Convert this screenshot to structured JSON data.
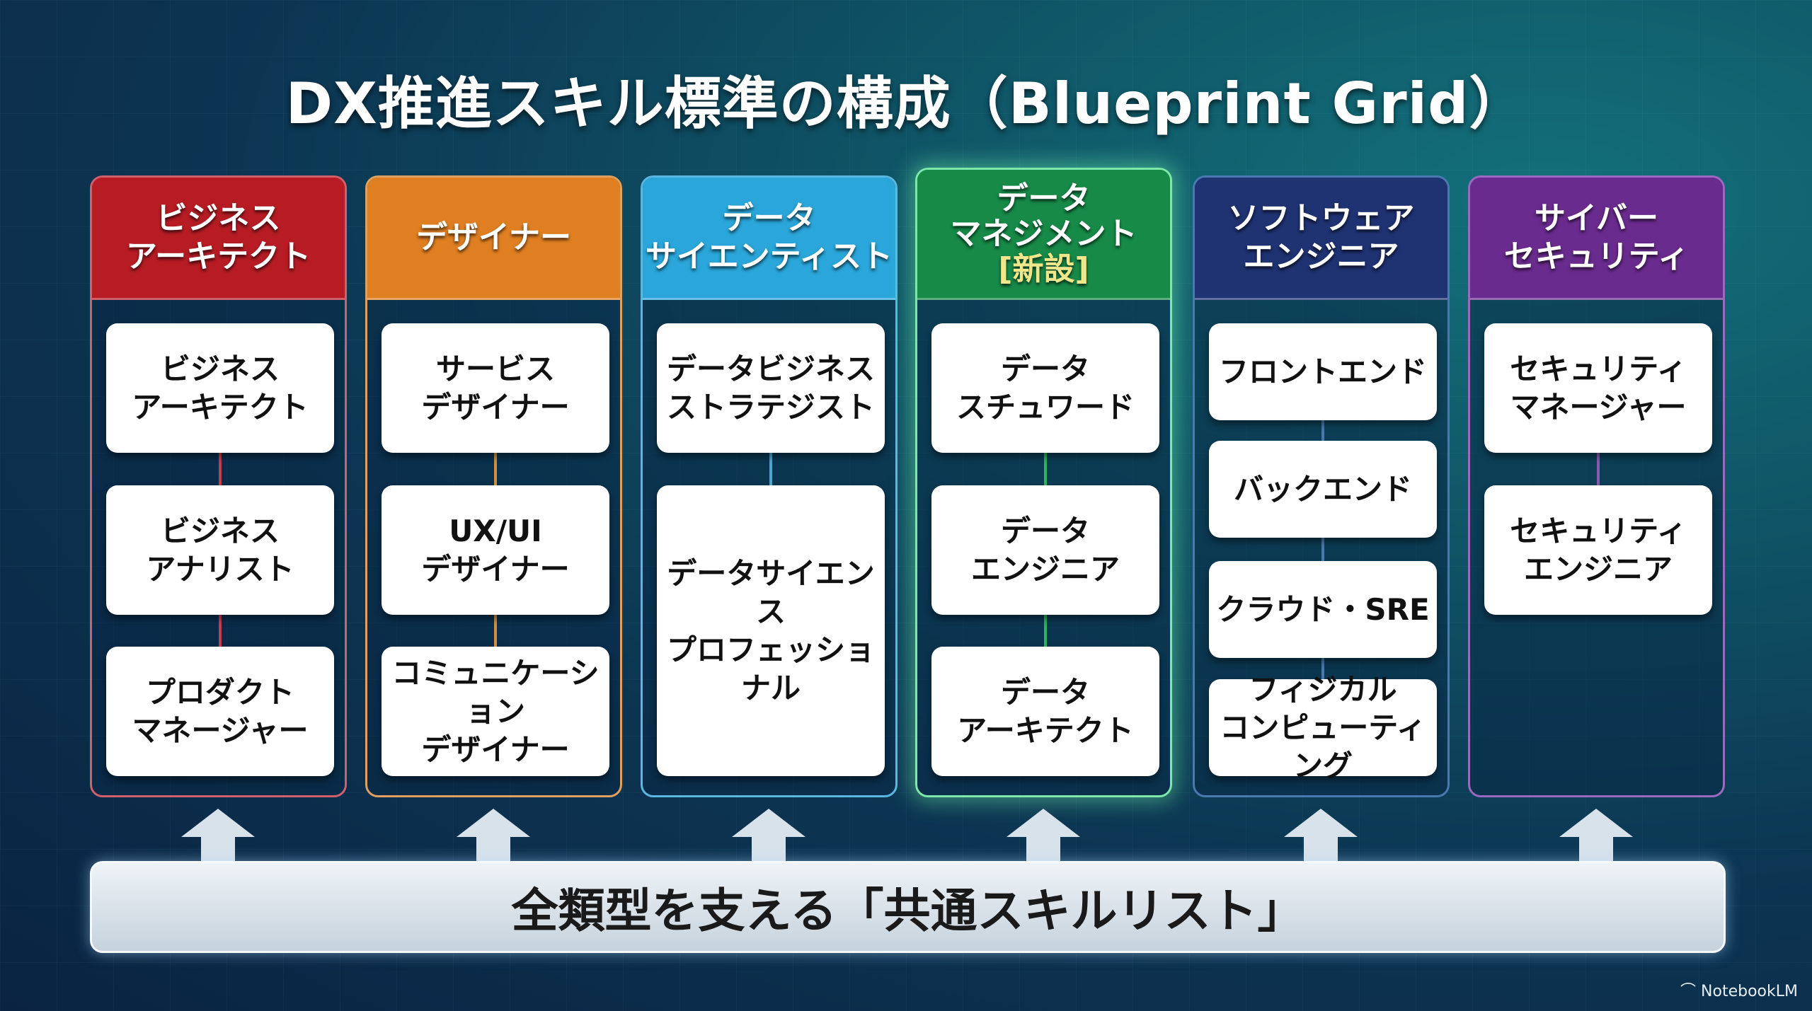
{
  "title": "DX推進スキル標準の構成（Blueprint Grid）",
  "columns": [
    {
      "header": [
        "ビジネス",
        "アーキテクト"
      ],
      "color": "#b71c24",
      "border": "#d0606a",
      "line": "#c04050",
      "cards": [
        "ビジネス\nアーキテクト",
        "ビジネス\nアナリスト",
        "プロダクト\nマネージャー"
      ]
    },
    {
      "header": [
        "デザイナー"
      ],
      "color": "#e07f22",
      "border": "#e0a060",
      "line": "#d09040",
      "cards": [
        "サービス\nデザイナー",
        "UX/UI\nデザイナー",
        "コミュニケーション\nデザイナー"
      ]
    },
    {
      "header": [
        "データ",
        "サイエンティスト"
      ],
      "color": "#2aa6da",
      "border": "#5ab8e0",
      "line": "#4aa8d0",
      "cards": [
        "データビジネス\nストラテジスト",
        "データサイエンス\nプロフェッショナル"
      ]
    },
    {
      "header": [
        "データ",
        "マネジメント"
      ],
      "badge": "[新設]",
      "color": "#178a48",
      "border": "#7ee8a8",
      "line": "#30b060",
      "highlight": true,
      "cards": [
        "データ\nスチュワード",
        "データ\nエンジニア",
        "データ\nアーキテクト"
      ]
    },
    {
      "header": [
        "ソフトウェア",
        "エンジニア"
      ],
      "color": "#1f3272",
      "border": "#4a78b0",
      "line": "#4a78b0",
      "cards": [
        "フロントエンド",
        "バックエンド",
        "クラウド・SRE",
        "フィジカル\nコンピューティング"
      ]
    },
    {
      "header": [
        "サイバー",
        "セキュリティ"
      ],
      "color": "#6a2b8e",
      "border": "#9a6ac0",
      "line": "#8a5ab0",
      "cards": [
        "セキュリティ\nマネージャー",
        "セキュリティ\nエンジニア"
      ]
    }
  ],
  "base_label": "全類型を支える「共通スキルリスト」",
  "logo": "NotebookLM"
}
